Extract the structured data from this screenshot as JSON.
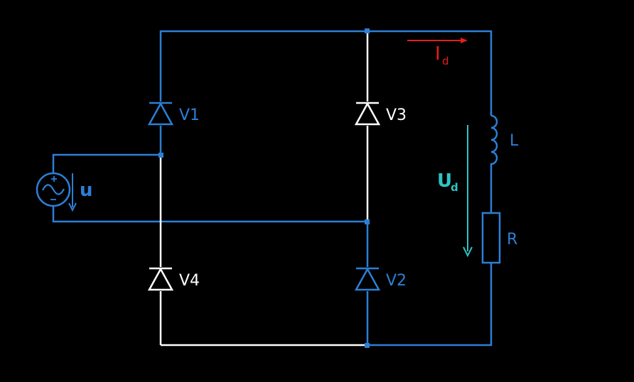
{
  "diagram": {
    "source": {
      "label": "u"
    },
    "diodes": [
      {
        "id": "V1",
        "label": "V1"
      },
      {
        "id": "V3",
        "label": "V3"
      },
      {
        "id": "V4",
        "label": "V4"
      },
      {
        "id": "V2",
        "label": "V2"
      }
    ],
    "inductor": {
      "label": "L"
    },
    "resistor": {
      "label": "R"
    },
    "current": {
      "main": "I",
      "sub": "d"
    },
    "voltage": {
      "main": "U",
      "sub": "d"
    }
  },
  "colors": {
    "background": "#000000",
    "blue_wire": "#2c7fd6",
    "white_wire": "#ffffff",
    "current_arrow": "#e81c1c",
    "voltage_arrow": "#2ec4c4"
  }
}
